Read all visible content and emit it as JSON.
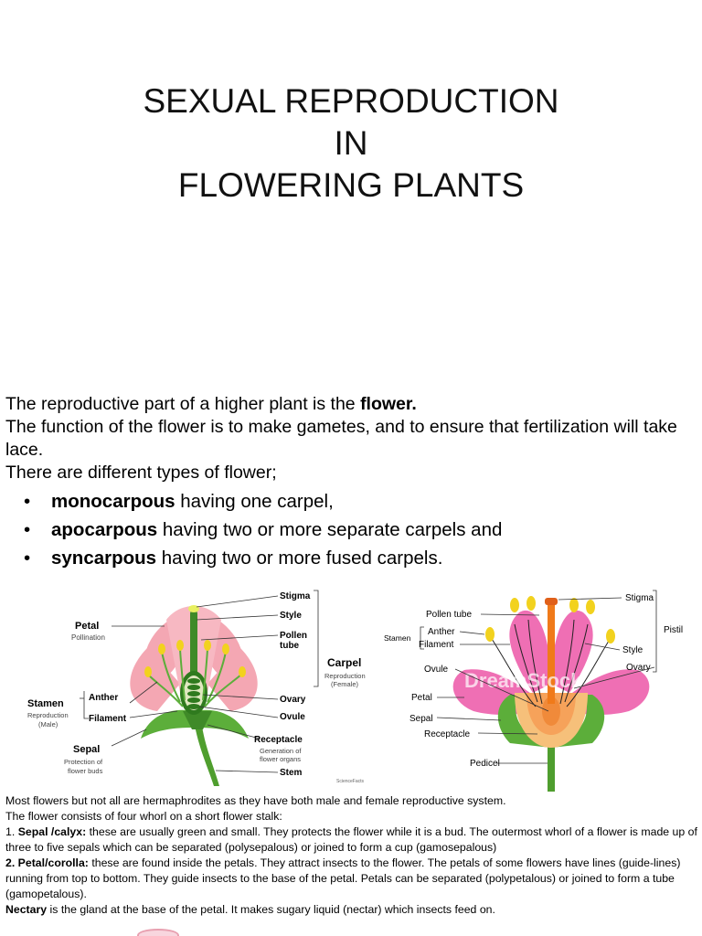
{
  "title": {
    "line1": "SEXUAL REPRODUCTION",
    "line2": "IN",
    "line3": "FLOWERING PLANTS"
  },
  "intro": {
    "line1_pre": "The reproductive part of a higher plant is the ",
    "line1_bold": "flower.",
    "line2": "The function of the flower is to make gametes, and to ensure that fertilization will take lace.",
    "line3": "There are different types of flower;"
  },
  "bullets": [
    {
      "bold": "monocarpous",
      "text": " having one carpel,"
    },
    {
      "bold": "apocarpous",
      "text": " having two or more separate carpels and"
    },
    {
      "bold": "syncarpous",
      "text": " having two or more fused carpels."
    }
  ],
  "diagram_left": {
    "petal": "Petal",
    "pollination": "Pollination",
    "stamen": "Stamen",
    "reproduction_male_1": "Reproduction",
    "reproduction_male_2": "(Male)",
    "anther": "Anther",
    "filament": "Filament",
    "sepal": "Sepal",
    "protection_1": "Protection of",
    "protection_2": "flower buds",
    "stigma": "Stigma",
    "style": "Style",
    "pollen_1": "Pollen",
    "pollen_2": "tube",
    "carpel": "Carpel",
    "reproduction_female_1": "Reproduction",
    "reproduction_female_2": "(Female)",
    "ovary": "Ovary",
    "ovule": "Ovule",
    "receptacle": "Receptacle",
    "generation_1": "Generation of",
    "generation_2": "flower organs",
    "stem": "Stem",
    "credit": "ScienceFacts"
  },
  "diagram_right": {
    "stigma": "Stigma",
    "pollen_tube": "Pollen tube",
    "stamen": "Stamen",
    "anther": "Anther",
    "filament": "Filament",
    "pistil": "Pistil",
    "style": "Style",
    "ovary": "Ovary",
    "ovule": "Ovule",
    "petal": "Petal",
    "sepal": "Sepal",
    "receptacle": "Receptacle",
    "pedicel": "Pedicel",
    "watermark": "DreamStock"
  },
  "body": {
    "p1": "Most flowers but not all are hermaphrodites as they have both male and female reproductive system.",
    "p2": "The flower consists of four whorl on a short flower stalk:",
    "p3_num": "1. ",
    "p3_bold": "Sepal /calyx:",
    "p3_text": " these are usually green and small. They protects the flower while it is a bud. The outermost whorl of a flower is made up of three to five sepals which can be separated (polysepalous) or joined to form a cup (gamosepalous)",
    "p4_bold": "2. Petal/corolla:",
    "p4_text": " these are found inside the petals. They attract insects to the flower. The petals of some flowers have lines (guide-lines) running from top to bottom. They guide insects to the base of the petal. Petals can be separated (polypetalous) or joined to form a tube (gamopetalous).",
    "p5_bold": "Nectary",
    "p5_text": " is the gland at the base of the petal. It makes sugary liquid (nectar) which insects feed on."
  },
  "colors": {
    "petal_left": "#f4a7b3",
    "petal_right": "#ef6fb4",
    "sepal": "#5cae3a",
    "stem": "#4f9e2e",
    "anther": "#f2d21e",
    "ovary_right": "#f6a25a",
    "pistil_right": "#f07a1a"
  }
}
